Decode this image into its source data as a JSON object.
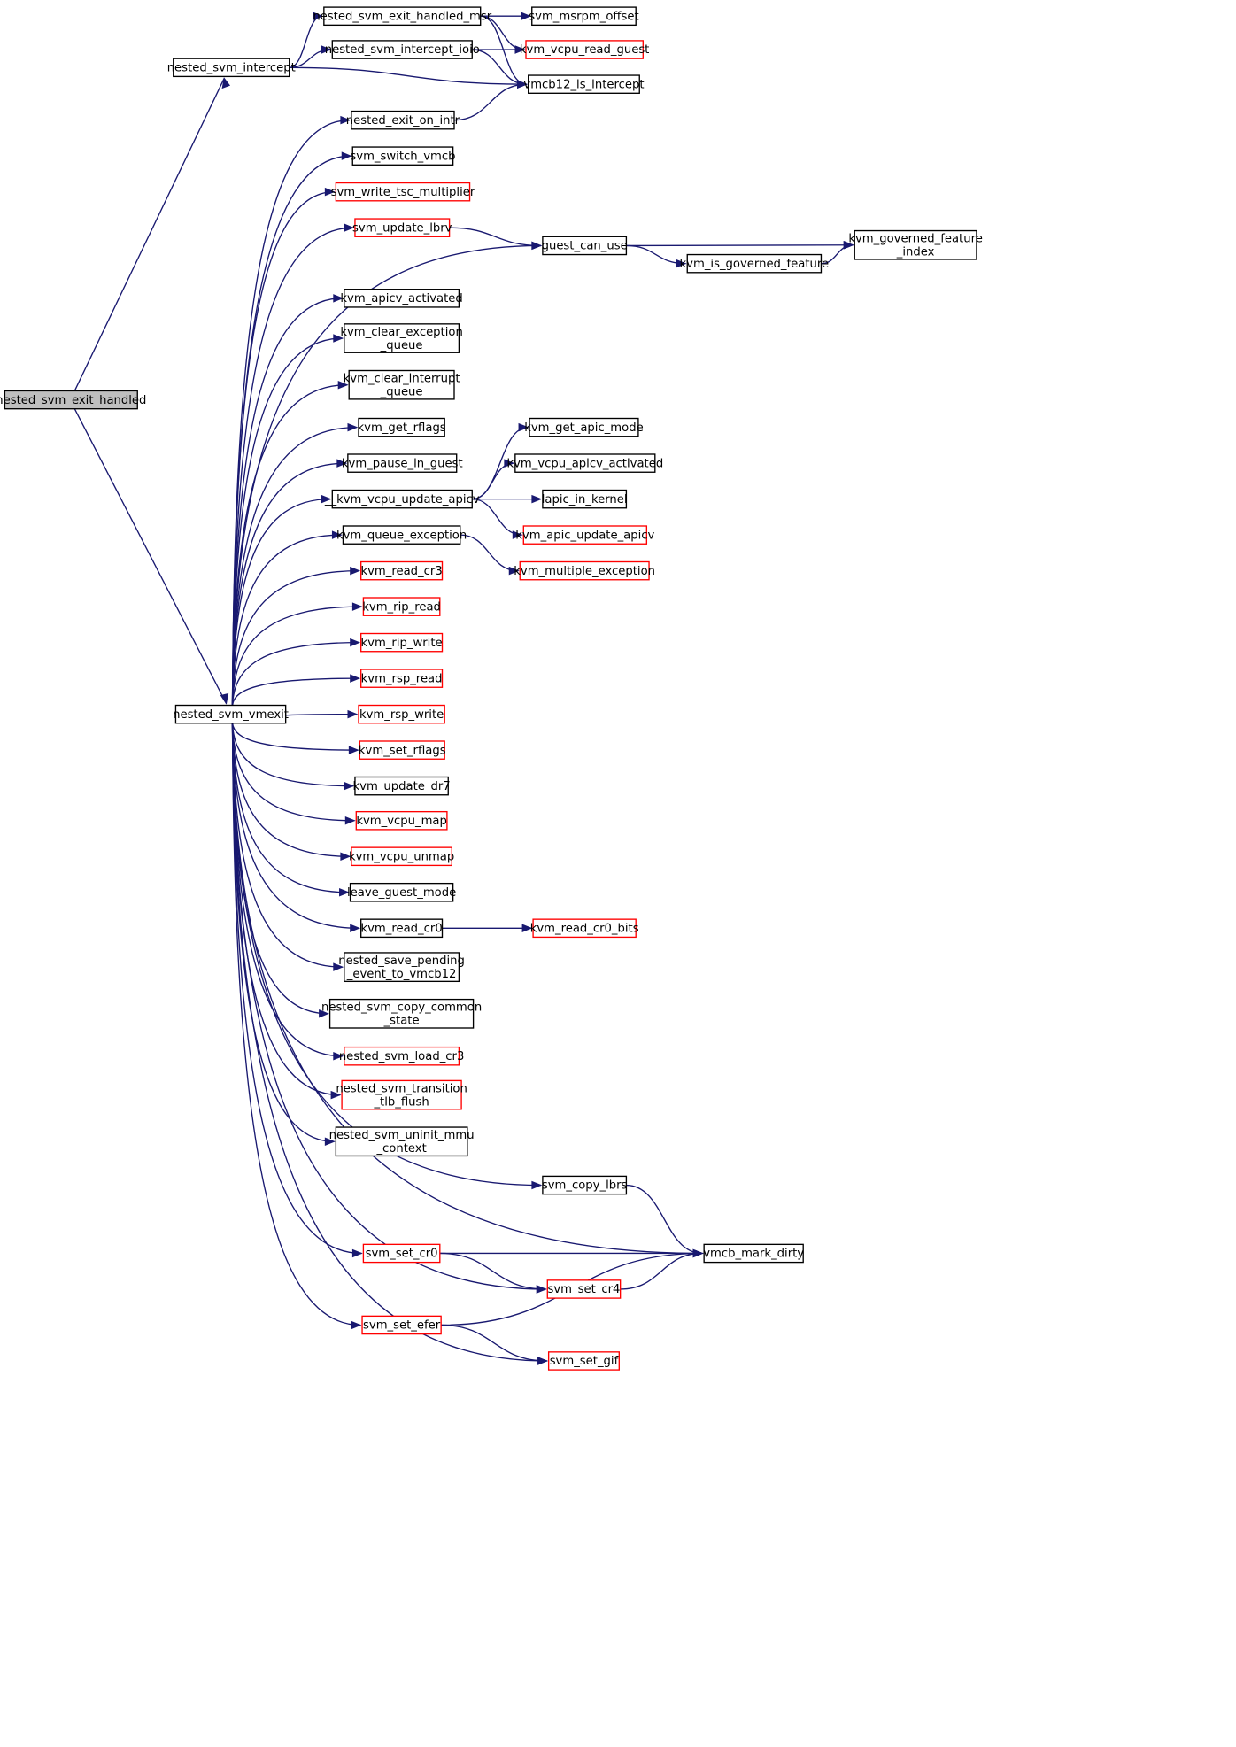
{
  "diagram": {
    "nodes": [
      {
        "id": "root",
        "lines": [
          "nested_svm_exit_handled"
        ],
        "style": "root"
      },
      {
        "id": "intercept",
        "lines": [
          "nested_svm_intercept"
        ],
        "style": "normal"
      },
      {
        "id": "vmexit",
        "lines": [
          "nested_svm_vmexit"
        ],
        "style": "normal"
      },
      {
        "id": "exit_msr",
        "lines": [
          "nested_svm_exit_handled_msr"
        ],
        "style": "normal"
      },
      {
        "id": "intercept_ioio",
        "lines": [
          "nested_svm_intercept_ioio"
        ],
        "style": "normal"
      },
      {
        "id": "msrpm_offset",
        "lines": [
          "svm_msrpm_offset"
        ],
        "style": "normal"
      },
      {
        "id": "read_guest",
        "lines": [
          "kvm_vcpu_read_guest"
        ],
        "style": "red"
      },
      {
        "id": "vmcb12_is_intercept",
        "lines": [
          "vmcb12_is_intercept"
        ],
        "style": "normal"
      },
      {
        "id": "exit_on_intr",
        "lines": [
          "nested_exit_on_intr"
        ],
        "style": "normal"
      },
      {
        "id": "switch_vmcb",
        "lines": [
          "svm_switch_vmcb"
        ],
        "style": "normal"
      },
      {
        "id": "write_tsc",
        "lines": [
          "svm_write_tsc_multiplier"
        ],
        "style": "red"
      },
      {
        "id": "update_lbrv",
        "lines": [
          "svm_update_lbrv"
        ],
        "style": "red"
      },
      {
        "id": "guest_can_use",
        "lines": [
          "guest_can_use"
        ],
        "style": "normal"
      },
      {
        "id": "governed_index",
        "lines": [
          "kvm_governed_feature",
          "_index"
        ],
        "style": "normal"
      },
      {
        "id": "is_governed",
        "lines": [
          "kvm_is_governed_feature"
        ],
        "style": "normal"
      },
      {
        "id": "apicv_activated",
        "lines": [
          "kvm_apicv_activated"
        ],
        "style": "normal"
      },
      {
        "id": "clear_exception",
        "lines": [
          "kvm_clear_exception",
          "_queue"
        ],
        "style": "normal"
      },
      {
        "id": "clear_interrupt",
        "lines": [
          "kvm_clear_interrupt",
          "_queue"
        ],
        "style": "normal"
      },
      {
        "id": "get_rflags",
        "lines": [
          "kvm_get_rflags"
        ],
        "style": "normal"
      },
      {
        "id": "pause_in_guest",
        "lines": [
          "kvm_pause_in_guest"
        ],
        "style": "normal"
      },
      {
        "id": "update_apicv",
        "lines": [
          "__kvm_vcpu_update_apicv"
        ],
        "style": "normal"
      },
      {
        "id": "get_apic_mode",
        "lines": [
          "kvm_get_apic_mode"
        ],
        "style": "normal"
      },
      {
        "id": "vcpu_apicv_activated",
        "lines": [
          "kvm_vcpu_apicv_activated"
        ],
        "style": "normal"
      },
      {
        "id": "lapic_in_kernel",
        "lines": [
          "lapic_in_kernel"
        ],
        "style": "normal"
      },
      {
        "id": "apic_update_apicv",
        "lines": [
          "kvm_apic_update_apicv"
        ],
        "style": "red"
      },
      {
        "id": "queue_exception",
        "lines": [
          "kvm_queue_exception"
        ],
        "style": "normal"
      },
      {
        "id": "multiple_exception",
        "lines": [
          "kvm_multiple_exception"
        ],
        "style": "red"
      },
      {
        "id": "read_cr3",
        "lines": [
          "kvm_read_cr3"
        ],
        "style": "red"
      },
      {
        "id": "rip_read",
        "lines": [
          "kvm_rip_read"
        ],
        "style": "red"
      },
      {
        "id": "rip_write",
        "lines": [
          "kvm_rip_write"
        ],
        "style": "red"
      },
      {
        "id": "rsp_read",
        "lines": [
          "kvm_rsp_read"
        ],
        "style": "red"
      },
      {
        "id": "rsp_write",
        "lines": [
          "kvm_rsp_write"
        ],
        "style": "red"
      },
      {
        "id": "set_rflags",
        "lines": [
          "kvm_set_rflags"
        ],
        "style": "red"
      },
      {
        "id": "update_dr7",
        "lines": [
          "kvm_update_dr7"
        ],
        "style": "normal"
      },
      {
        "id": "vcpu_map",
        "lines": [
          "kvm_vcpu_map"
        ],
        "style": "red"
      },
      {
        "id": "vcpu_unmap",
        "lines": [
          "kvm_vcpu_unmap"
        ],
        "style": "red"
      },
      {
        "id": "leave_guest_mode",
        "lines": [
          "leave_guest_mode"
        ],
        "style": "normal"
      },
      {
        "id": "read_cr0",
        "lines": [
          "kvm_read_cr0"
        ],
        "style": "normal"
      },
      {
        "id": "read_cr0_bits",
        "lines": [
          "kvm_read_cr0_bits"
        ],
        "style": "red"
      },
      {
        "id": "save_pending",
        "lines": [
          "nested_save_pending",
          "_event_to_vmcb12"
        ],
        "style": "normal"
      },
      {
        "id": "copy_common",
        "lines": [
          "nested_svm_copy_common",
          "_state"
        ],
        "style": "normal"
      },
      {
        "id": "load_cr3",
        "lines": [
          "nested_svm_load_cr3"
        ],
        "style": "red"
      },
      {
        "id": "transition_tlb",
        "lines": [
          "nested_svm_transition",
          "_tlb_flush"
        ],
        "style": "red"
      },
      {
        "id": "uninit_mmu",
        "lines": [
          "nested_svm_uninit_mmu",
          "_context"
        ],
        "style": "normal"
      },
      {
        "id": "copy_lbrs",
        "lines": [
          "svm_copy_lbrs"
        ],
        "style": "normal"
      },
      {
        "id": "mark_dirty",
        "lines": [
          "vmcb_mark_dirty"
        ],
        "style": "normal"
      },
      {
        "id": "set_cr0",
        "lines": [
          "svm_set_cr0"
        ],
        "style": "red"
      },
      {
        "id": "set_cr4",
        "lines": [
          "svm_set_cr4"
        ],
        "style": "red"
      },
      {
        "id": "set_efer",
        "lines": [
          "svm_set_efer"
        ],
        "style": "red"
      },
      {
        "id": "set_gif",
        "lines": [
          "svm_set_gif"
        ],
        "style": "red"
      }
    ],
    "edges": [
      [
        "root",
        "intercept"
      ],
      [
        "root",
        "vmexit"
      ],
      [
        "intercept",
        "exit_msr"
      ],
      [
        "intercept",
        "intercept_ioio"
      ],
      [
        "intercept",
        "vmcb12_is_intercept"
      ],
      [
        "exit_msr",
        "msrpm_offset"
      ],
      [
        "exit_msr",
        "read_guest"
      ],
      [
        "exit_msr",
        "vmcb12_is_intercept"
      ],
      [
        "intercept_ioio",
        "read_guest"
      ],
      [
        "intercept_ioio",
        "vmcb12_is_intercept"
      ],
      [
        "exit_on_intr",
        "vmcb12_is_intercept"
      ],
      [
        "update_lbrv",
        "guest_can_use"
      ],
      [
        "guest_can_use",
        "governed_index"
      ],
      [
        "guest_can_use",
        "is_governed"
      ],
      [
        "is_governed",
        "governed_index"
      ],
      [
        "update_apicv",
        "get_apic_mode"
      ],
      [
        "update_apicv",
        "vcpu_apicv_activated"
      ],
      [
        "update_apicv",
        "lapic_in_kernel"
      ],
      [
        "update_apicv",
        "apic_update_apicv"
      ],
      [
        "queue_exception",
        "multiple_exception"
      ],
      [
        "read_cr0",
        "read_cr0_bits"
      ],
      [
        "copy_lbrs",
        "mark_dirty"
      ],
      [
        "set_cr0",
        "mark_dirty"
      ],
      [
        "set_cr0",
        "set_cr4"
      ],
      [
        "set_cr4",
        "mark_dirty"
      ],
      [
        "set_efer",
        "mark_dirty"
      ],
      [
        "set_efer",
        "set_gif"
      ],
      [
        "vmexit",
        "exit_on_intr"
      ],
      [
        "vmexit",
        "switch_vmcb"
      ],
      [
        "vmexit",
        "write_tsc"
      ],
      [
        "vmexit",
        "update_lbrv"
      ],
      [
        "vmexit",
        "guest_can_use"
      ],
      [
        "vmexit",
        "apicv_activated"
      ],
      [
        "vmexit",
        "clear_exception"
      ],
      [
        "vmexit",
        "clear_interrupt"
      ],
      [
        "vmexit",
        "get_rflags"
      ],
      [
        "vmexit",
        "pause_in_guest"
      ],
      [
        "vmexit",
        "update_apicv"
      ],
      [
        "vmexit",
        "queue_exception"
      ],
      [
        "vmexit",
        "read_cr3"
      ],
      [
        "vmexit",
        "rip_read"
      ],
      [
        "vmexit",
        "rip_write"
      ],
      [
        "vmexit",
        "rsp_read"
      ],
      [
        "vmexit",
        "rsp_write"
      ],
      [
        "vmexit",
        "set_rflags"
      ],
      [
        "vmexit",
        "update_dr7"
      ],
      [
        "vmexit",
        "vcpu_map"
      ],
      [
        "vmexit",
        "vcpu_unmap"
      ],
      [
        "vmexit",
        "leave_guest_mode"
      ],
      [
        "vmexit",
        "read_cr0"
      ],
      [
        "vmexit",
        "save_pending"
      ],
      [
        "vmexit",
        "copy_common"
      ],
      [
        "vmexit",
        "load_cr3"
      ],
      [
        "vmexit",
        "transition_tlb"
      ],
      [
        "vmexit",
        "uninit_mmu"
      ],
      [
        "vmexit",
        "copy_lbrs"
      ],
      [
        "vmexit",
        "mark_dirty"
      ],
      [
        "vmexit",
        "set_cr0"
      ],
      [
        "vmexit",
        "set_cr4"
      ],
      [
        "vmexit",
        "set_efer"
      ],
      [
        "vmexit",
        "set_gif"
      ]
    ]
  }
}
